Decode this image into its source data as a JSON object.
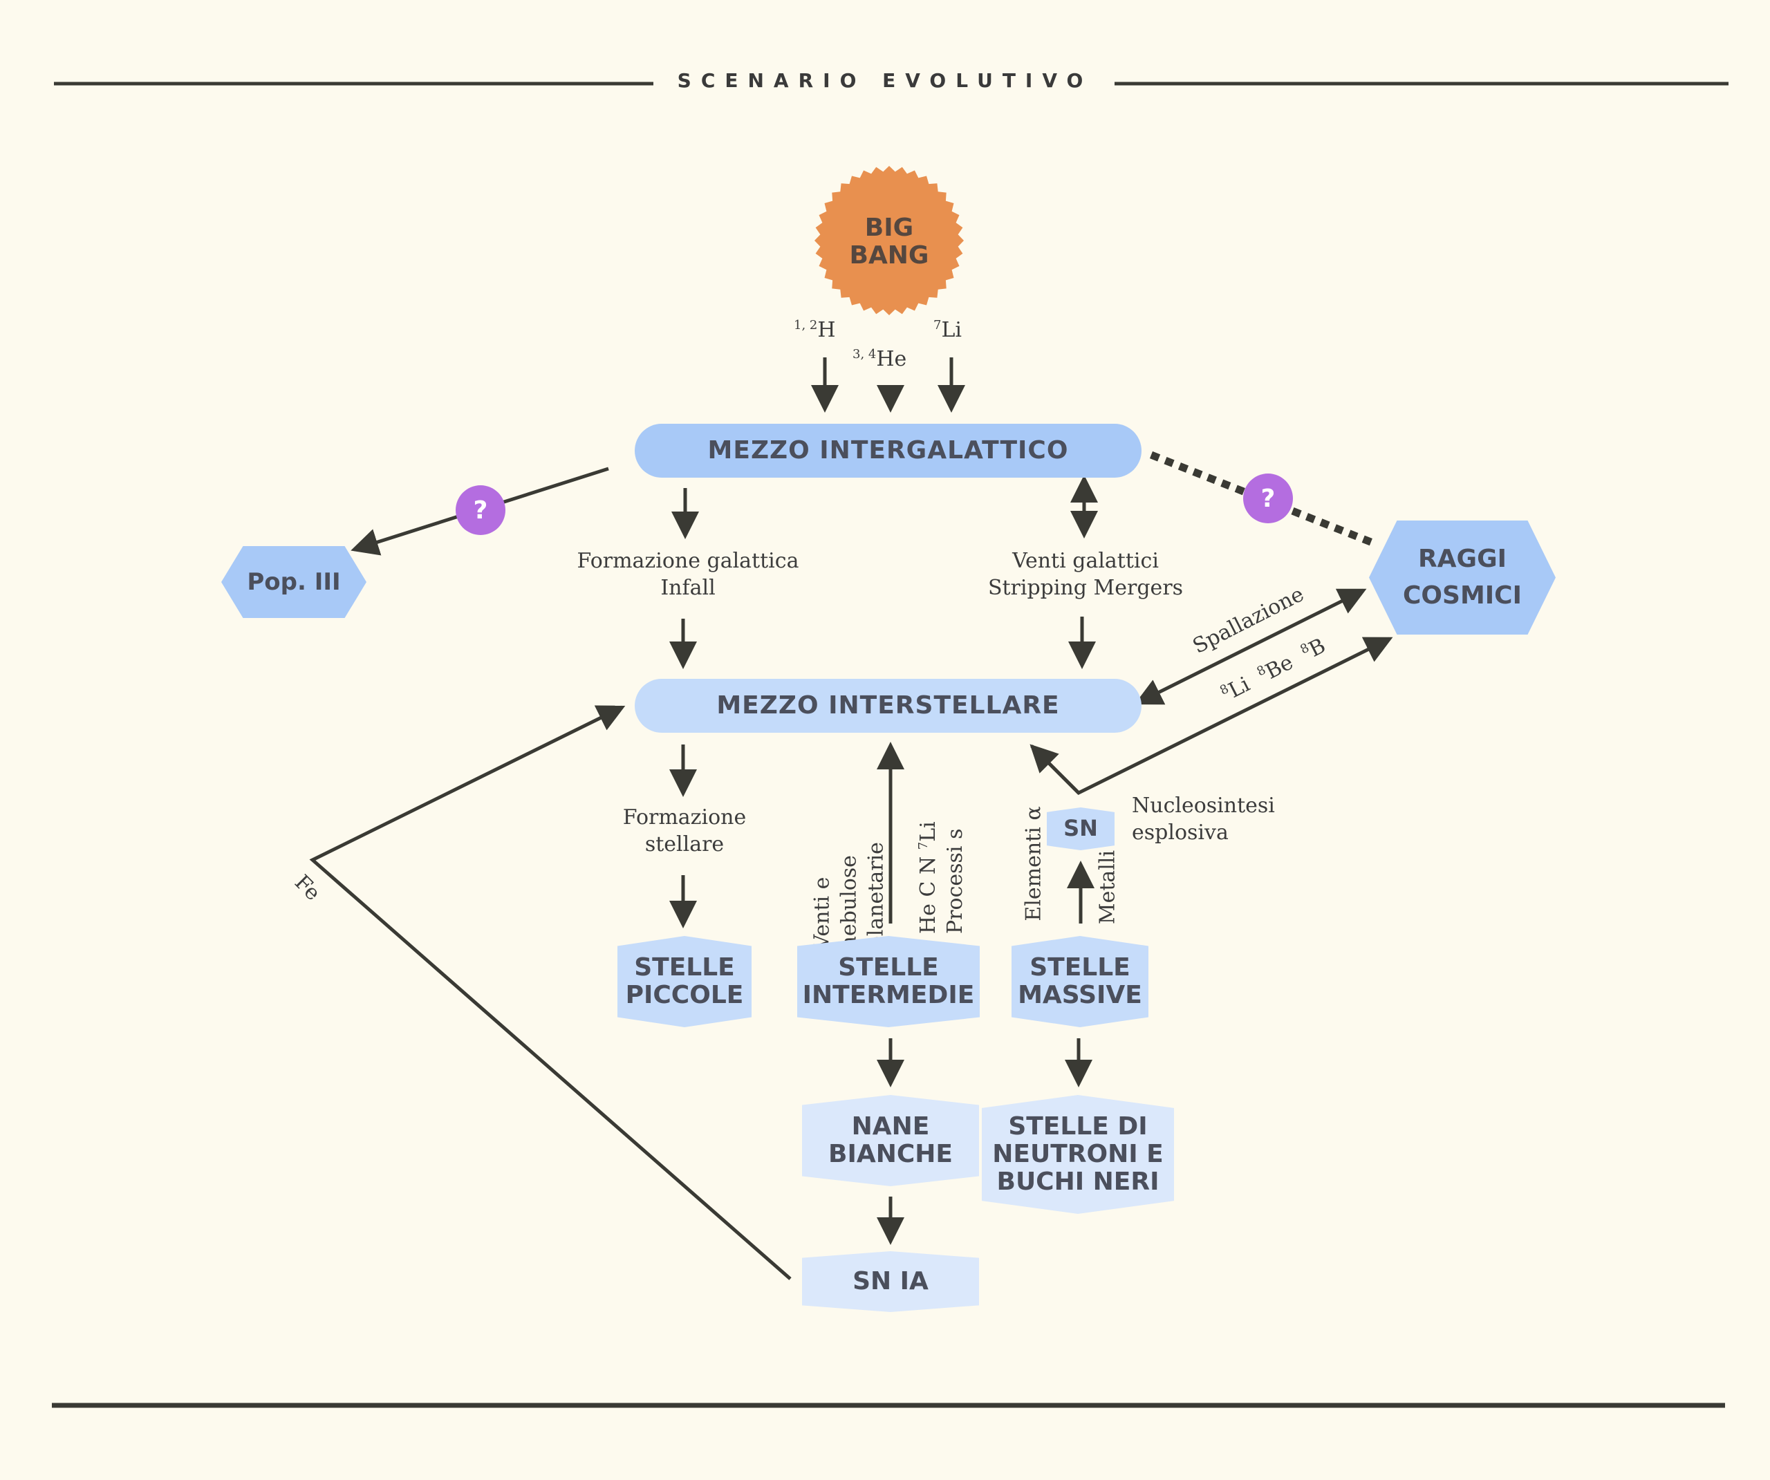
{
  "header": {
    "title": "SCENARIO EVOLUTIVO"
  },
  "colors": {
    "background": "#fdfaee",
    "accent_orange": "#e8904f",
    "node_blue": "#a8c9f7",
    "node_light": "#c6dcfa",
    "question_purple": "#b46de0",
    "line": "#3a3a34"
  },
  "nodes": {
    "big_bang": [
      "BIG",
      "BANG"
    ],
    "mezzo_intergalattico": "MEZZO INTERGALATTICO",
    "mezzo_interstellare": "MEZZO INTERSTELLARE",
    "pop_iii": "Pop. III",
    "raggi_cosmici": [
      "RAGGI",
      "COSMICI"
    ],
    "stelle_piccole": [
      "STELLE",
      "PICCOLE"
    ],
    "stelle_intermedie": [
      "STELLE",
      "INTERMEDIE"
    ],
    "stelle_massive": [
      "STELLE",
      "MASSIVE"
    ],
    "sn": "SN",
    "nane_bianche": [
      "NANE",
      "BIANCHE"
    ],
    "stelle_neutroni": [
      "STELLE DI",
      "NEUTRONI E",
      "BUCHI NERI"
    ],
    "sn_ia": "SN IA",
    "question": "?"
  },
  "labels": {
    "h_sup": "1, 2",
    "h": "H",
    "he_sup": "3, 4",
    "he": "He",
    "li_sup": "7",
    "li": "Li",
    "formazione_galattica": [
      "Formazione galattica",
      "Infall"
    ],
    "venti_galattici": [
      "Venti galattici",
      "Stripping Mergers"
    ],
    "spallazione": "Spallazione",
    "li8_sup": "8",
    "li8": "Li",
    "be8_sup": "8",
    "be8": "Be",
    "b8_sup": "8",
    "b8": "B",
    "formazione_stellare": [
      "Formazione",
      "stellare"
    ],
    "venti_nebulose": [
      "Venti e",
      "nebulose",
      "planetarie"
    ],
    "hecn": "He C N",
    "li7_sup": "7",
    "li7": "Li",
    "processi_s": "Processi s",
    "elementi_alfa": "Elementi α",
    "metalli": "Metalli",
    "nucleosintesi": [
      "Nucleosintesi",
      "esplosiva"
    ],
    "fe": "Fe"
  }
}
